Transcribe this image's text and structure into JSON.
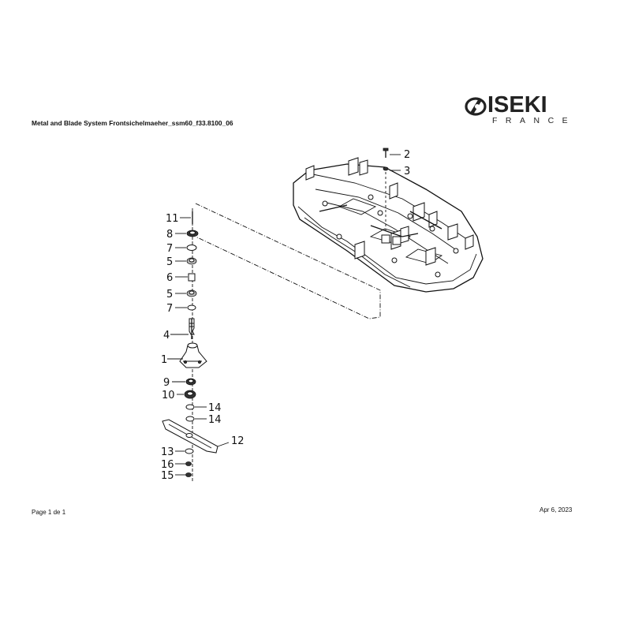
{
  "document": {
    "title": "Metal and Blade System Frontsichelmaeher_ssm60_f33.8100_06",
    "page_label": "Page 1 de 1",
    "date": "Apr 6, 2023"
  },
  "brand": {
    "name": "ISEKI",
    "subtitle": "FRANCE",
    "icon": "iseki-logo-icon"
  },
  "callouts": [
    {
      "id": "c2",
      "label": "2"
    },
    {
      "id": "c3",
      "label": "3"
    },
    {
      "id": "c11",
      "label": "11"
    },
    {
      "id": "c8",
      "label": "8"
    },
    {
      "id": "c7a",
      "label": "7"
    },
    {
      "id": "c5a",
      "label": "5"
    },
    {
      "id": "c6",
      "label": "6"
    },
    {
      "id": "c5b",
      "label": "5"
    },
    {
      "id": "c7b",
      "label": "7"
    },
    {
      "id": "c4",
      "label": "4"
    },
    {
      "id": "c1",
      "label": "1"
    },
    {
      "id": "c9",
      "label": "9"
    },
    {
      "id": "c10",
      "label": "10"
    },
    {
      "id": "c14a",
      "label": "14"
    },
    {
      "id": "c14b",
      "label": "14"
    },
    {
      "id": "c12",
      "label": "12"
    },
    {
      "id": "c13",
      "label": "13"
    },
    {
      "id": "c16",
      "label": "16"
    },
    {
      "id": "c15",
      "label": "15"
    }
  ]
}
